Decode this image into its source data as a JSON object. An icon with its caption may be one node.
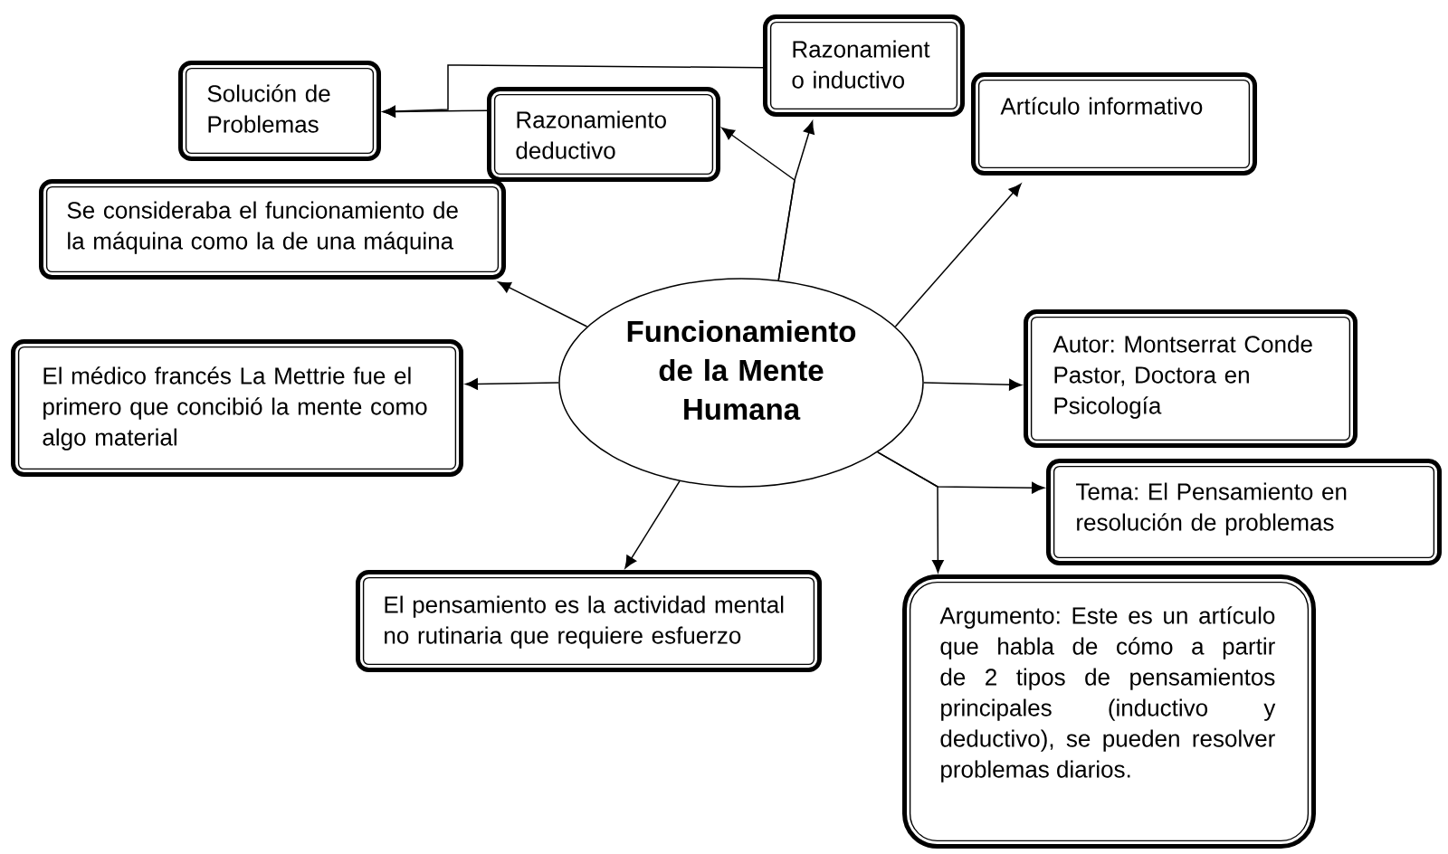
{
  "diagram": {
    "nodes": [
      {
        "text": [
          "Funcionamiento de la Mente Humana"
        ]
      },
      {
        "text": [
          "Razonamient o inductivo"
        ]
      },
      {
        "text": [
          "Solución de Problemas"
        ]
      },
      {
        "text": [
          "Razonamiento deductivo"
        ]
      },
      {
        "text": [
          "Artículo informativo"
        ]
      },
      {
        "text": [
          "Se consideraba el funcionamiento de la máquina como la de una máquina"
        ]
      },
      {
        "text": [
          "El médico francés La Mettrie fue el primero que concibió la mente como algo material"
        ]
      },
      {
        "text": [
          "Autor: Montserrat Conde Pastor, Doctora en Psicología"
        ]
      },
      {
        "text": [
          "Tema: El Pensamiento en resolución de problemas"
        ]
      },
      {
        "text": [
          "El pensamiento es la actividad mental no rutinaria que requiere esfuerzo"
        ]
      },
      {
        "text": [
          "Argumento: Este es un artículo que habla de cómo a partir de 2 tipos de pensamientos principales (inductivo y deductivo), se pueden resolver problemas diarios."
        ]
      }
    ],
    "edges": [
      {
        "from": 0,
        "to": 1,
        "arrow": "to"
      },
      {
        "from": 0,
        "to": 3,
        "arrow": "to"
      },
      {
        "from": 1,
        "to": 2,
        "arrow": "to"
      },
      {
        "from": 3,
        "to": 2,
        "arrow": "to"
      },
      {
        "from": 0,
        "to": 4,
        "arrow": "to"
      },
      {
        "from": 0,
        "to": 5,
        "arrow": "to"
      },
      {
        "from": 0,
        "to": 6,
        "arrow": "to"
      },
      {
        "from": 0,
        "to": 7,
        "arrow": "to"
      },
      {
        "from": 0,
        "to": 8,
        "arrow": "to"
      },
      {
        "from": 0,
        "to": 10,
        "arrow": "to"
      },
      {
        "from": 0,
        "to": 9,
        "arrow": "to"
      }
    ]
  }
}
